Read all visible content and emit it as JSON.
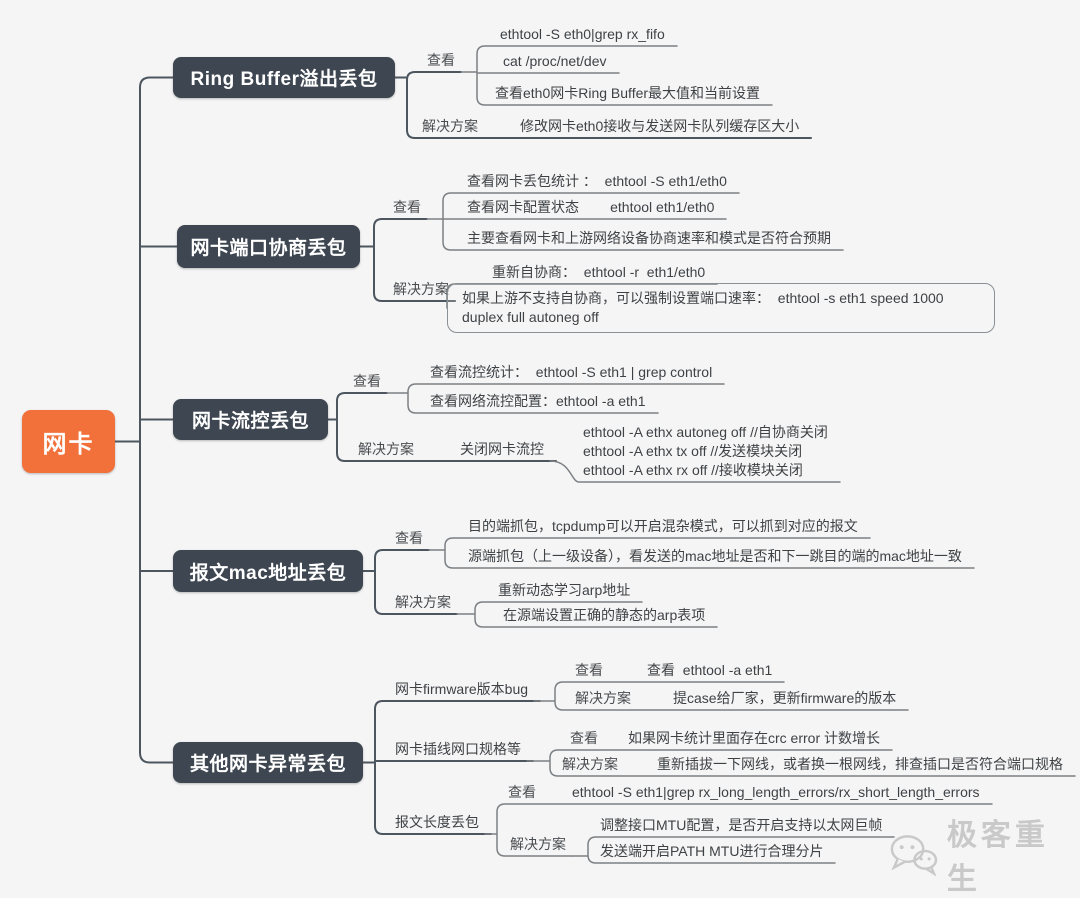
{
  "root": {
    "label": "网卡"
  },
  "colors": {
    "root_accent": "#f2703a",
    "topic_bg": "#3d4651",
    "main_line": "#4d565e",
    "sub_line": "#7c8084",
    "background": "#f5f5f6"
  },
  "branches": [
    {
      "label": "Ring Buffer溢出丢包",
      "check": {
        "label": "查看",
        "items": [
          "ethtool -S eth0|grep rx_fifo",
          "cat /proc/net/dev",
          "查看eth0网卡Ring Buffer最大值和当前设置"
        ]
      },
      "solve": {
        "label": "解决方案",
        "items": [
          "修改网卡eth0接收与发送网卡队列缓存区大小"
        ]
      }
    },
    {
      "label": "网卡端口协商丢包",
      "check": {
        "label": "查看",
        "items": [
          "查看网卡丢包统计 ：  ethtool -S eth1/eth0",
          "查看网卡配置状态        ethtool eth1/eth0",
          "主要查看网卡和上游网络设备协商速率和模式是否符合预期"
        ]
      },
      "solve": {
        "label": "解决方案",
        "items": [
          "重新自协商：  ethtool -r  eth1/eth0",
          "如果上游不支持自协商，可以强制设置端口速率：  ethtool -s eth1 speed 1000\nduplex full autoneg off"
        ]
      }
    },
    {
      "label": "网卡流控丢包",
      "check": {
        "label": "查看",
        "items": [
          "查看流控统计：  ethtool -S eth1 | grep control",
          "查看网络流控配置：ethtool -a eth1"
        ]
      },
      "solve": {
        "label": "解决方案",
        "sub": "关闭网卡流控",
        "items": [
          "ethtool -A ethx autoneg off //自协商关闭\nethtool -A ethx tx off //发送模块关闭\nethtool -A ethx rx off //接收模块关闭"
        ]
      }
    },
    {
      "label": "报文mac地址丢包",
      "check": {
        "label": "查看",
        "items": [
          "目的端抓包，tcpdump可以开启混杂模式，可以抓到对应的报文",
          "源端抓包（上一级设备），看发送的mac地址是否和下一跳目的端的mac地址一致"
        ]
      },
      "solve": {
        "label": "解决方案",
        "items": [
          "重新动态学习arp地址",
          "在源端设置正确的静态的arp表项"
        ]
      }
    },
    {
      "label": "其他网卡异常丢包",
      "subs": [
        {
          "label": "网卡firmware版本bug",
          "check": {
            "label": "查看",
            "items": [
              "查看  ethtool -a eth1"
            ]
          },
          "solve": {
            "label": "解决方案",
            "items": [
              "提case给厂家，更新firmware的版本"
            ]
          }
        },
        {
          "label": "网卡插线网口规格等",
          "check": {
            "label": "查看",
            "items": [
              "如果网卡统计里面存在crc error 计数增长"
            ]
          },
          "solve": {
            "label": "解决方案",
            "items": [
              "重新插拔一下网线，或者换一根网线，排查插口是否符合端口规格"
            ]
          }
        },
        {
          "label": "报文长度丢包",
          "check": {
            "label": "查看",
            "items": [
              "ethtool -S eth1|grep rx_long_length_errors/rx_short_length_errors"
            ]
          },
          "solve": {
            "label": "解决方案",
            "items": [
              "调整接口MTU配置，是否开启支持以太网巨帧",
              "发送端开启PATH MTU进行合理分片"
            ]
          }
        }
      ]
    }
  ],
  "watermark": {
    "label": "极客重生",
    "icon": "wechat-chat-bubbles-icon"
  }
}
